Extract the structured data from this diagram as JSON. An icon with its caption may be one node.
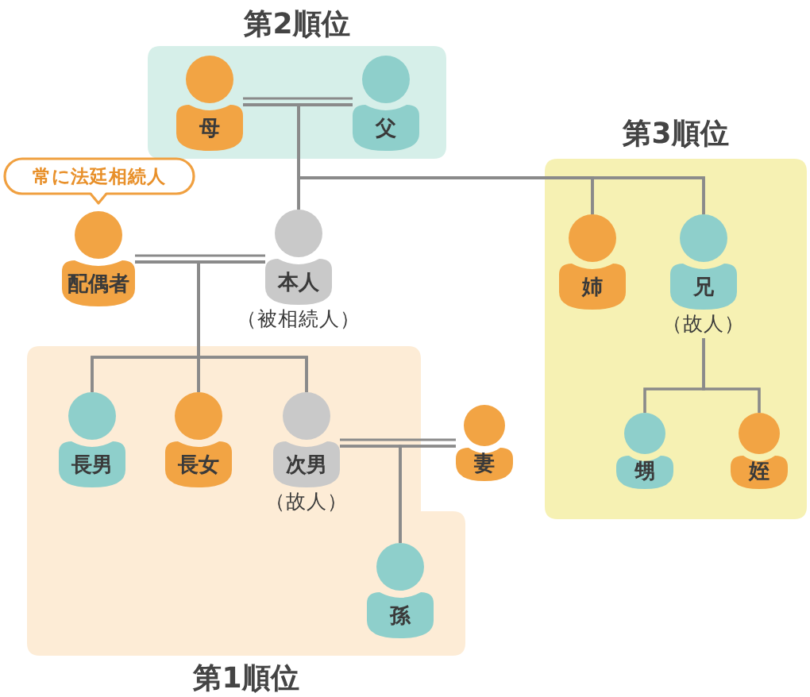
{
  "diagram": {
    "nodes": [
      {
        "text": [
          "第2順位"
        ]
      },
      {
        "text": [
          "母"
        ],
        "in": 0
      },
      {
        "text": [
          "父"
        ],
        "in": 0
      },
      {
        "text": [
          "第3順位"
        ]
      },
      {
        "text": [
          "姉"
        ],
        "in": 3
      },
      {
        "text": [
          "兄"
        ],
        "beside": [
          "（故人）"
        ],
        "in": 3
      },
      {
        "text": [
          "甥"
        ],
        "in": 3
      },
      {
        "text": [
          "姪"
        ],
        "in": 3
      },
      {
        "text": [
          "常に法廷相続人"
        ]
      },
      {
        "text": [
          "配偶者"
        ]
      },
      {
        "text": [
          "本人"
        ],
        "beside": [
          "（被相続人）"
        ]
      },
      {
        "text": [
          "第1順位"
        ]
      },
      {
        "text": [
          "長男"
        ],
        "in": 11
      },
      {
        "text": [
          "長女"
        ],
        "in": 11
      },
      {
        "text": [
          "次男"
        ],
        "beside": [
          "（故人）"
        ],
        "in": 11
      },
      {
        "text": [
          "妻"
        ]
      },
      {
        "text": [
          "孫"
        ],
        "in": 11
      }
    ],
    "edges": [
      {
        "from": 1,
        "to": 2,
        "arrow": "none"
      },
      {
        "from": 1,
        "to": 4,
        "arrow": "none"
      },
      {
        "from": 2,
        "to": 4,
        "arrow": "none"
      },
      {
        "from": 1,
        "to": 5,
        "arrow": "none"
      },
      {
        "from": 2,
        "to": 5,
        "arrow": "none"
      },
      {
        "from": 1,
        "to": 10,
        "arrow": "none"
      },
      {
        "from": 2,
        "to": 10,
        "arrow": "none"
      },
      {
        "from": 9,
        "to": 10,
        "arrow": "none"
      },
      {
        "from": 9,
        "to": 12,
        "arrow": "none"
      },
      {
        "from": 10,
        "to": 12,
        "arrow": "none"
      },
      {
        "from": 9,
        "to": 13,
        "arrow": "none"
      },
      {
        "from": 10,
        "to": 13,
        "arrow": "none"
      },
      {
        "from": 9,
        "to": 14,
        "arrow": "none"
      },
      {
        "from": 10,
        "to": 14,
        "arrow": "none"
      },
      {
        "from": 14,
        "to": 15,
        "arrow": "none"
      },
      {
        "from": 14,
        "to": 16,
        "arrow": "none"
      },
      {
        "from": 15,
        "to": 16,
        "arrow": "none"
      },
      {
        "from": 5,
        "to": 6,
        "arrow": "none"
      },
      {
        "from": 5,
        "to": 7,
        "arrow": "none"
      }
    ]
  }
}
